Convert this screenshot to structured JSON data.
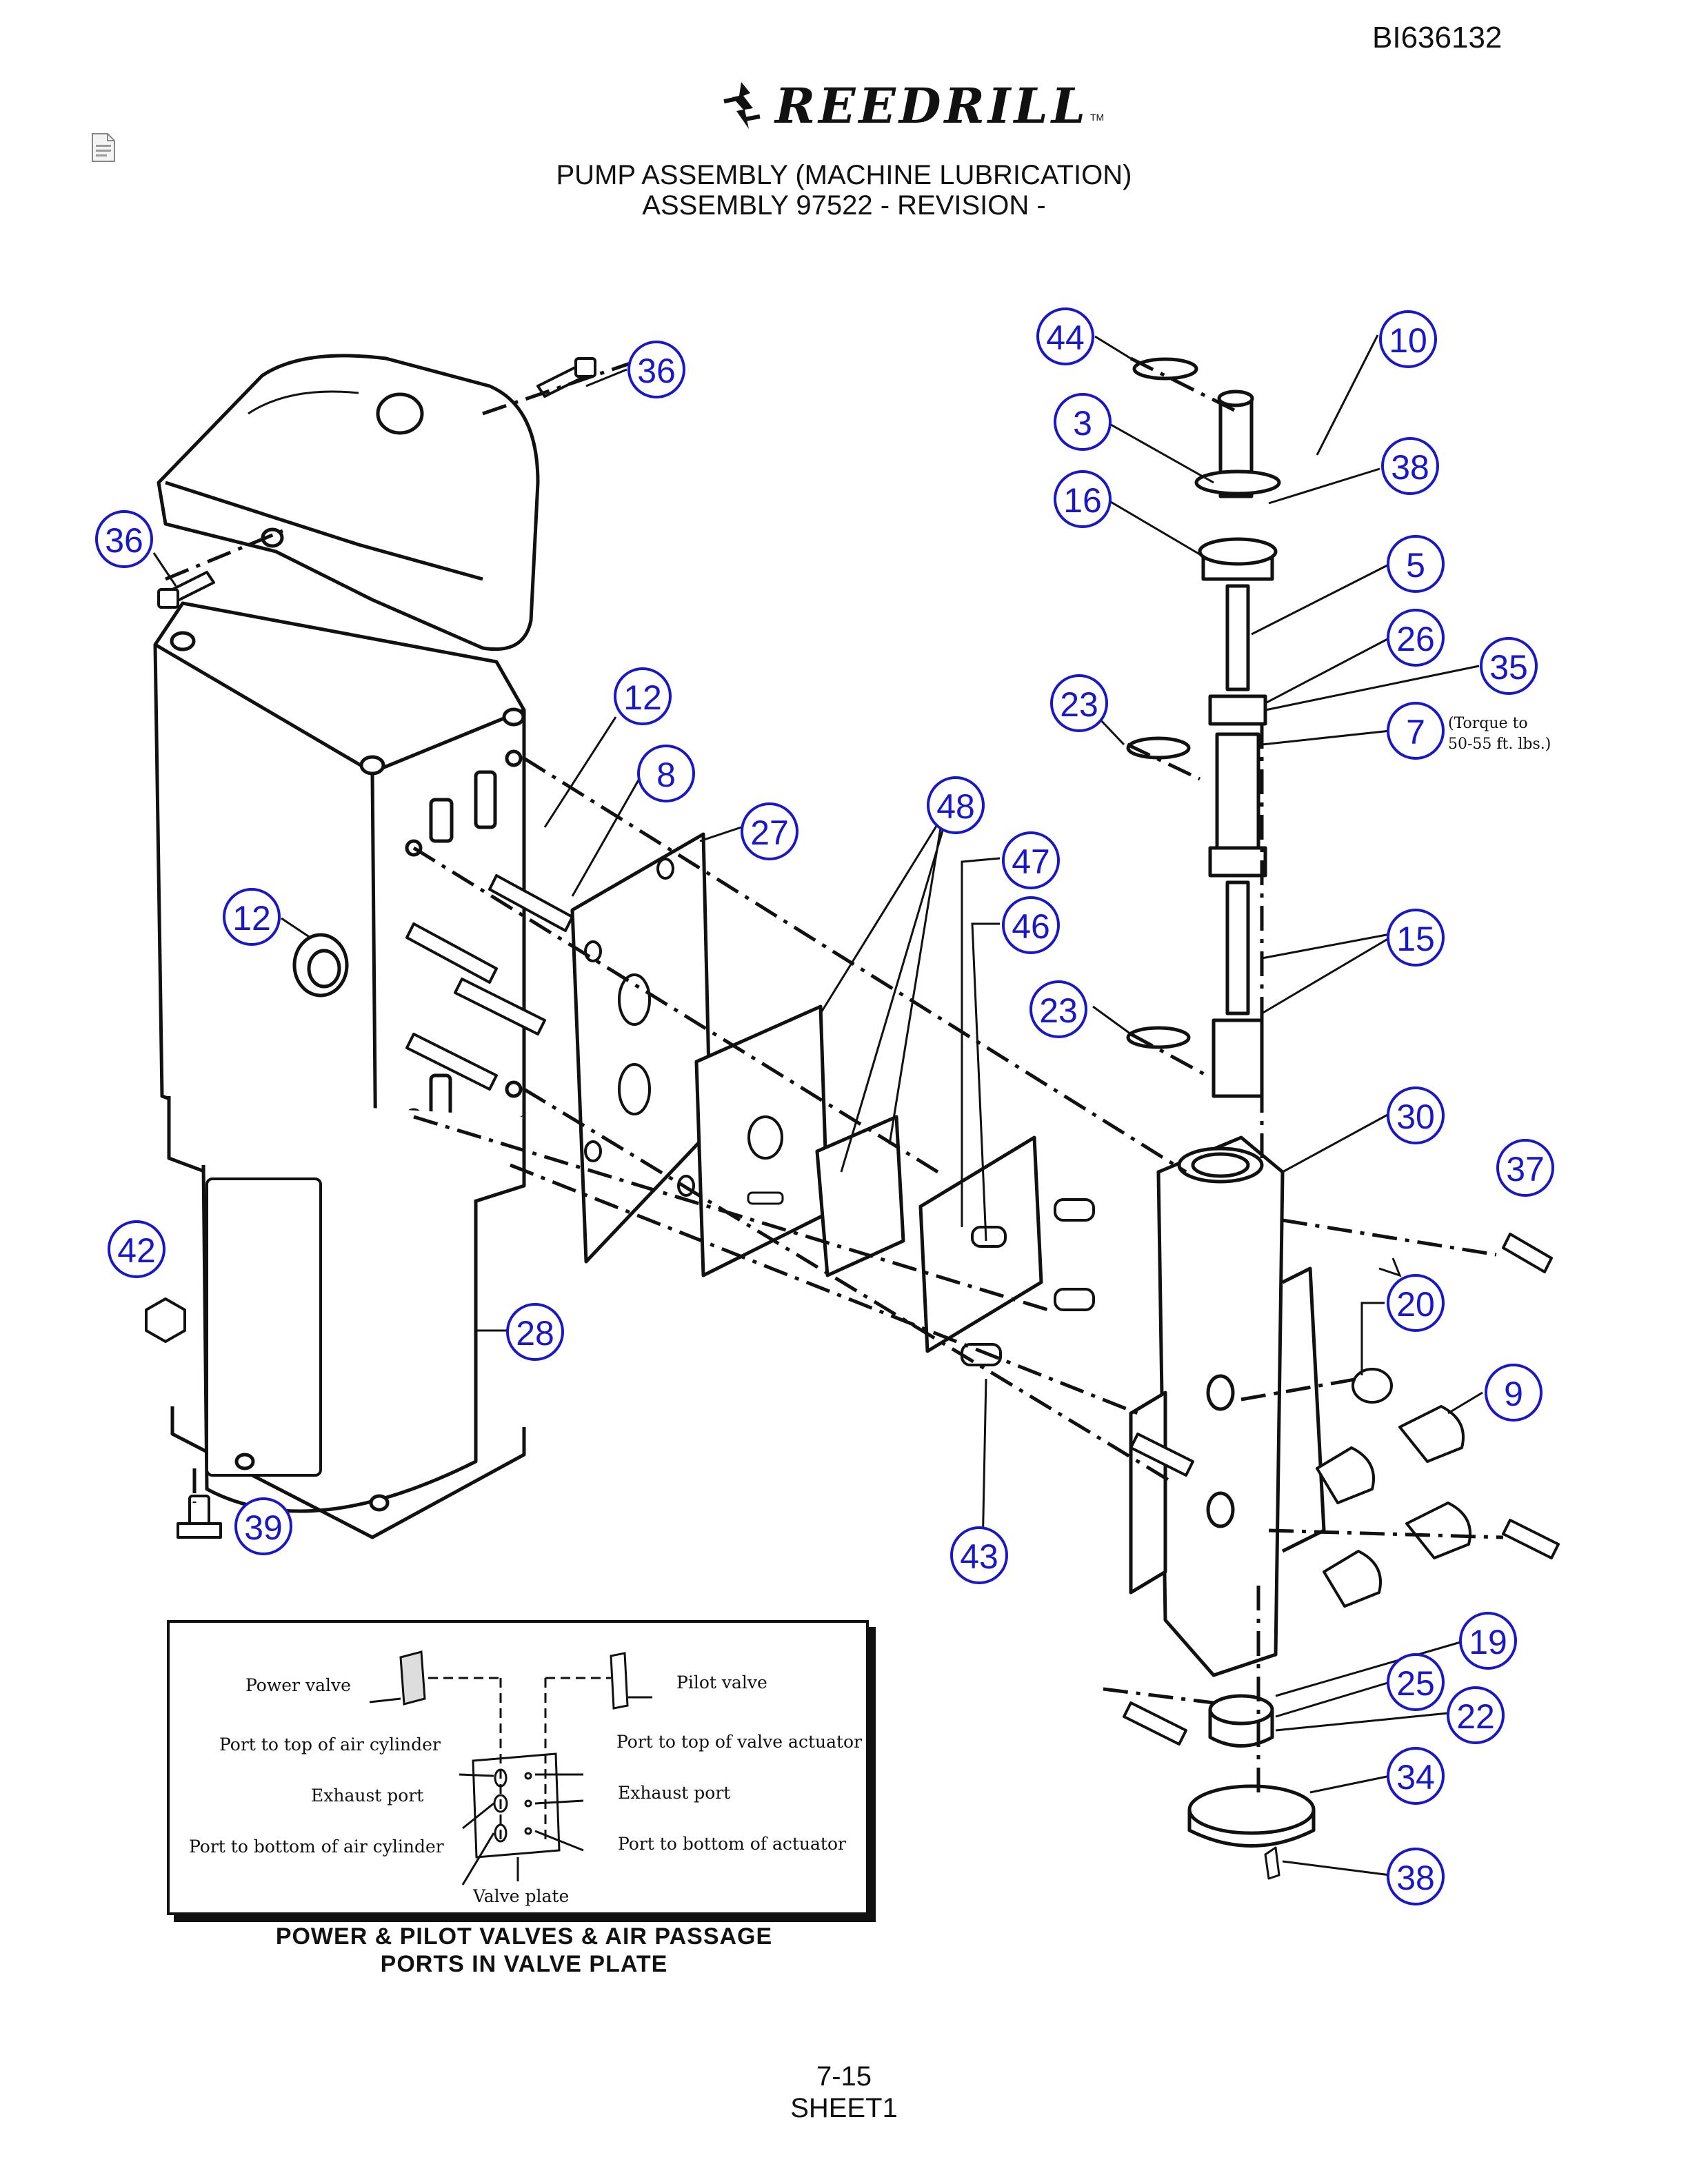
{
  "header": {
    "doc_number": "BI636132",
    "brand": "REEDRILL",
    "brand_tm": "TM",
    "title_line1": "PUMP ASSEMBLY (MACHINE LUBRICATION)",
    "title_line2": "ASSEMBLY 97522 - REVISION -"
  },
  "callouts": [
    "36",
    "36",
    "44",
    "10",
    "3",
    "38",
    "16",
    "5",
    "26",
    "35",
    "23",
    "7",
    "12",
    "12",
    "8",
    "27",
    "48",
    "47",
    "46",
    "15",
    "23",
    "30",
    "37",
    "42",
    "28",
    "20",
    "9",
    "39",
    "43",
    "19",
    "25",
    "22",
    "34",
    "38"
  ],
  "torque_note": {
    "line1": "(Torque to",
    "line2": "50-55 ft. lbs.)"
  },
  "inset": {
    "power_valve": "Power valve",
    "pilot_valve": "Pilot valve",
    "port_top_air_cylinder": "Port to top of air cylinder",
    "port_top_valve_actuator": "Port to top of valve actuator",
    "exhaust_port_left": "Exhaust port",
    "exhaust_port_right": "Exhaust port",
    "port_bottom_air_cylinder": "Port to bottom of air cylinder",
    "port_bottom_actuator": "Port to bottom of actuator",
    "valve_plate": "Valve plate",
    "caption_line1": "POWER & PILOT VALVES & AIR PASSAGE",
    "caption_line2": "PORTS IN VALVE PLATE"
  },
  "footer": {
    "page": "7-15",
    "sheet": "SHEET1"
  }
}
